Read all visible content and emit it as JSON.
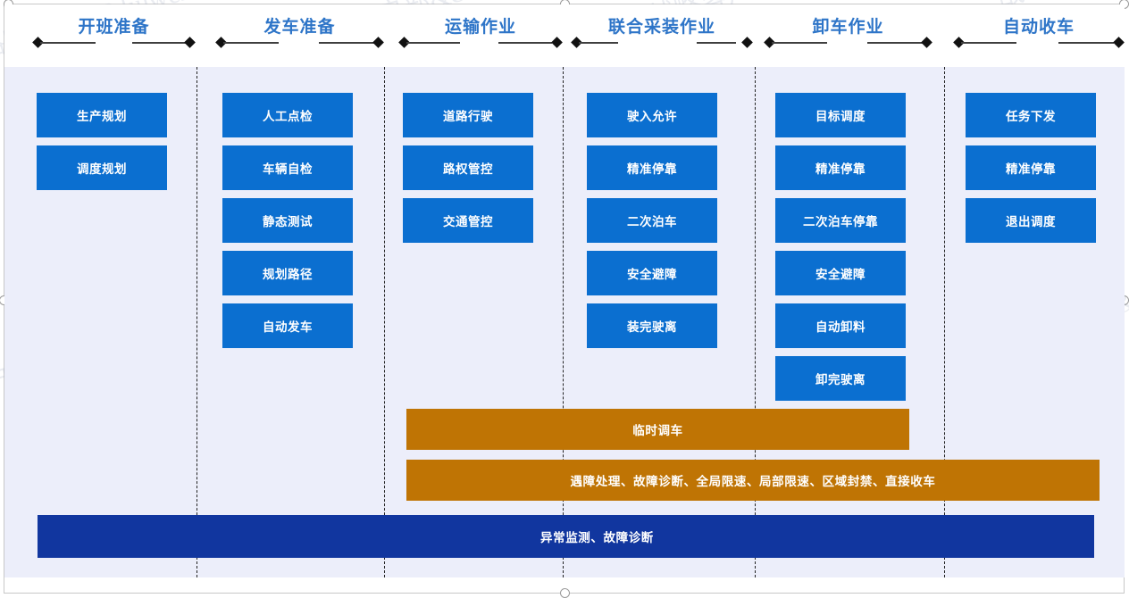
{
  "meta": {
    "watermark_text": "战略客户部&&liuwei.local&&刘威",
    "colors": {
      "stage_title": "#2e75c8",
      "task_box": "#0b6fd0",
      "board_bg": "#eceefa",
      "orange_bar": "#bf7404",
      "dark_bar": "#11369f",
      "divider": "#232323"
    }
  },
  "stages": [
    {
      "label": "开班准备"
    },
    {
      "label": "发车准备"
    },
    {
      "label": "运输作业"
    },
    {
      "label": "联合采装作业"
    },
    {
      "label": "卸车作业"
    },
    {
      "label": "自动收车"
    }
  ],
  "columns": [
    {
      "stage": "开班准备",
      "tasks": [
        {
          "label": "生产规划"
        },
        {
          "label": "调度规划"
        }
      ]
    },
    {
      "stage": "发车准备",
      "tasks": [
        {
          "label": "人工点检"
        },
        {
          "label": "车辆自检"
        },
        {
          "label": "静态测试"
        },
        {
          "label": "规划路径"
        },
        {
          "label": "自动发车"
        }
      ]
    },
    {
      "stage": "运输作业",
      "tasks": [
        {
          "label": "道路行驶"
        },
        {
          "label": "路权管控"
        },
        {
          "label": "交通管控"
        }
      ]
    },
    {
      "stage": "联合采装作业",
      "tasks": [
        {
          "label": "驶入允许"
        },
        {
          "label": "精准停靠"
        },
        {
          "label": "二次泊车"
        },
        {
          "label": "安全避障"
        },
        {
          "label": "装完驶离"
        }
      ]
    },
    {
      "stage": "卸车作业",
      "tasks": [
        {
          "label": "目标调度"
        },
        {
          "label": "精准停靠"
        },
        {
          "label": "二次泊车停靠"
        },
        {
          "label": "安全避障"
        },
        {
          "label": "自动卸料"
        },
        {
          "label": "卸完驶离"
        }
      ]
    },
    {
      "stage": "自动收车",
      "tasks": [
        {
          "label": "任务下发"
        },
        {
          "label": "精准停靠"
        },
        {
          "label": "退出调度"
        }
      ]
    }
  ],
  "bars": {
    "temp_dispatch": "临时调车",
    "exception_ops": "遇障处理、故障诊断、全局限速、局部限速、区域封禁、直接收车",
    "monitor": "异常监测、故障诊断"
  }
}
